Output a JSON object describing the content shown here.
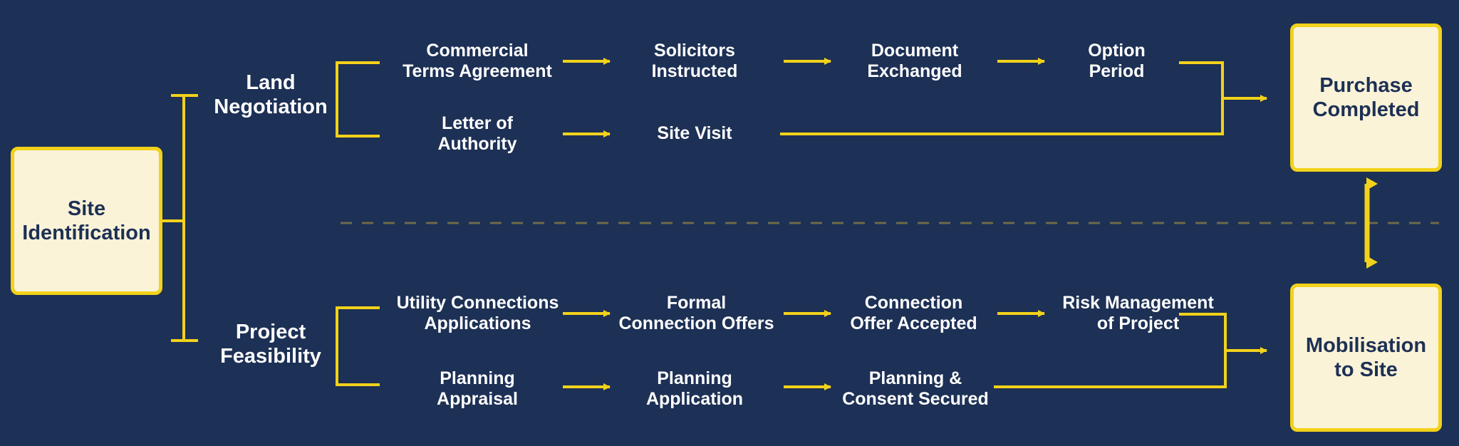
{
  "colors": {
    "background": "#1d3055",
    "accent_yellow": "#f2d21a",
    "box_fill": "#faf3d8",
    "box_text": "#1d3055",
    "label_text": "#ffffff",
    "divider": "#6b6b4a"
  },
  "start_node": {
    "label": "Site\nIdentification"
  },
  "phases": [
    {
      "label": "Land\nNegotiation"
    },
    {
      "label": "Project\nFeasibility"
    }
  ],
  "land_negotiation": {
    "top_track": [
      {
        "label": "Commercial\nTerms Agreement"
      },
      {
        "label": "Solicitors\nInstructed"
      },
      {
        "label": "Document\nExchanged"
      },
      {
        "label": "Option\nPeriod"
      }
    ],
    "bottom_track": [
      {
        "label": "Letter of\nAuthority"
      },
      {
        "label": "Site Visit"
      }
    ]
  },
  "project_feasibility": {
    "top_track": [
      {
        "label": "Utility Connections\nApplications"
      },
      {
        "label": "Formal\nConnection Offers"
      },
      {
        "label": "Connection\nOffer Accepted"
      },
      {
        "label": "Risk Management\nof Project"
      }
    ],
    "bottom_track": [
      {
        "label": "Planning\nAppraisal"
      },
      {
        "label": "Planning\nApplication"
      },
      {
        "label": "Planning &\nConsent Secured"
      }
    ]
  },
  "end_nodes": [
    {
      "label": "Purchase\nCompleted"
    },
    {
      "label": "Mobilisation\nto Site"
    }
  ]
}
